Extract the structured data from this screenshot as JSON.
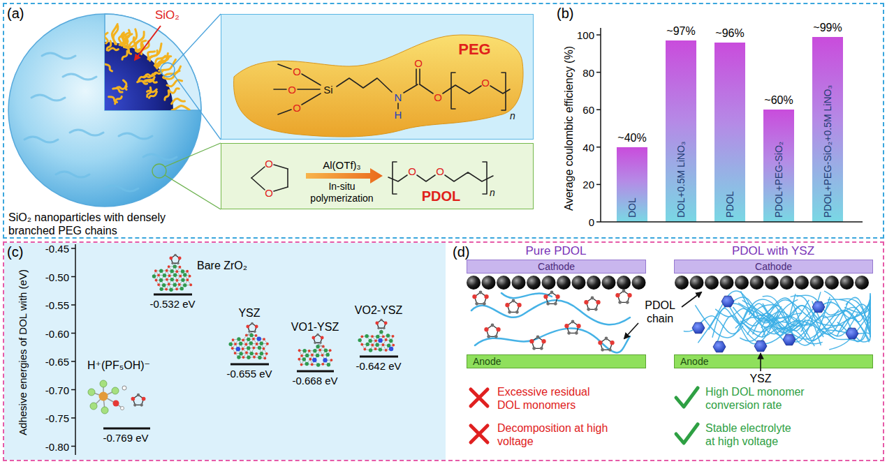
{
  "diagram": {
    "nodes": [
      {
        "text": [
          "(a)",
          "(b)"
        ]
      },
      {
        "text": [
          "PEG"
        ],
        "in": 0
      },
      {
        "text": [
          "Al(OTf)₃",
          "In-situ polymerization",
          "PDOL"
        ],
        "in": 0
      },
      {
        "text": [
          "~40%",
          "DOL"
        ],
        "in": 0
      },
      {
        "text": [
          "~97%",
          "DOL+0.5M LiNO₃"
        ],
        "in": 0
      },
      {
        "text": [
          "~96%",
          "PDOL"
        ],
        "in": 0
      },
      {
        "text": [
          "~60%",
          "PDOL+PEG-SiO₂"
        ],
        "in": 0
      },
      {
        "text": [
          "~99%",
          "PDOL+PEG-SiO₂+0.5M LiNO₃"
        ],
        "in": 0
      },
      {
        "text": [
          "(c)",
          "(d)"
        ]
      },
      {
        "text": [
          "Cathode"
        ],
        "in": 8
      },
      {
        "text": [
          "Anode"
        ],
        "in": 8
      },
      {
        "text": [
          "Cathode"
        ],
        "in": 8
      },
      {
        "text": [
          "Anode"
        ],
        "in": 8
      }
    ],
    "labels": [
      "SiO₂",
      "SiO₂ nanoparticles with densely branched PEG chains",
      "O",
      "O",
      "O",
      "Si",
      "N",
      "H",
      "O",
      "O",
      "O",
      "n",
      "O",
      "O",
      "O",
      "O",
      "n",
      "Average coulombic efficiency (%)",
      "0",
      "20",
      "40",
      "60",
      "80",
      "100",
      "Adhesive energies of DOL with (eV)",
      "-0.45",
      "-0.50",
      "-0.55",
      "-0.60",
      "-0.65",
      "-0.70",
      "-0.75",
      "-0.80",
      "Bare ZrO₂",
      "-0.532 eV",
      "YSZ",
      "-0.655 eV",
      "VO1-YSZ",
      "-0.668 eV",
      "VO2-YSZ",
      "-0.642 eV",
      "H⁺(PF₅OH)⁻",
      "-0.769 eV",
      "Pure PDOL",
      "PDOL with YSZ",
      "PDOL chain",
      "YSZ",
      "Excessive residual DOL monomers",
      "Decomposition at high voltage",
      "High DOL monomer conversion rate",
      "Stable electrolyte at high voltage"
    ]
  }
}
